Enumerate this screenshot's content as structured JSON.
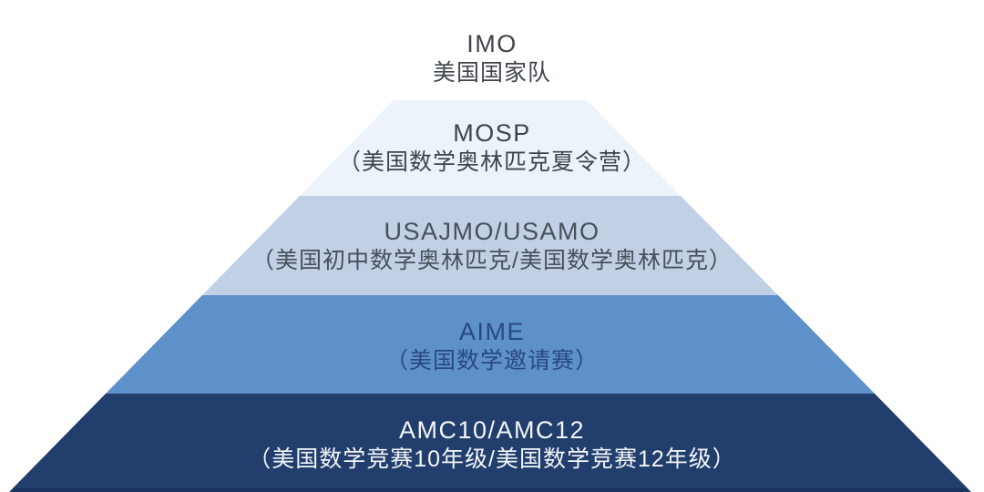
{
  "pyramid": {
    "background": "#ffffff",
    "base_line_color": "#1b345f",
    "levels": [
      {
        "id": "imo",
        "title": "IMO",
        "subtitle": "美国国家队",
        "fill": "#ffffff",
        "stroke": "#c9d0dc",
        "text_color": "#3f444c"
      },
      {
        "id": "mosp",
        "title": "MOSP",
        "subtitle": "（美国数学奥林匹克夏令营）",
        "fill": "#ecf3fa",
        "stroke": "",
        "text_color": "#3f444c"
      },
      {
        "id": "usajmo-usamo",
        "title": "USAJMO/USAMO",
        "subtitle": "（美国初中数学奥林匹克/美国数学奥林匹克）",
        "fill": "#c2d0e5",
        "stroke": "",
        "text_color": "#474f5b"
      },
      {
        "id": "aime",
        "title": "AIME",
        "subtitle": "（美国数学邀请赛）",
        "fill": "#5e90ca",
        "stroke": "",
        "text_color": "#294a7e"
      },
      {
        "id": "amc",
        "title": "AMC10/AMC12",
        "subtitle": "（美国数学竞赛10年级/美国数学竞赛12年级）",
        "fill": "#223e6d",
        "stroke": "",
        "text_color": "#f3f6fa"
      }
    ]
  }
}
